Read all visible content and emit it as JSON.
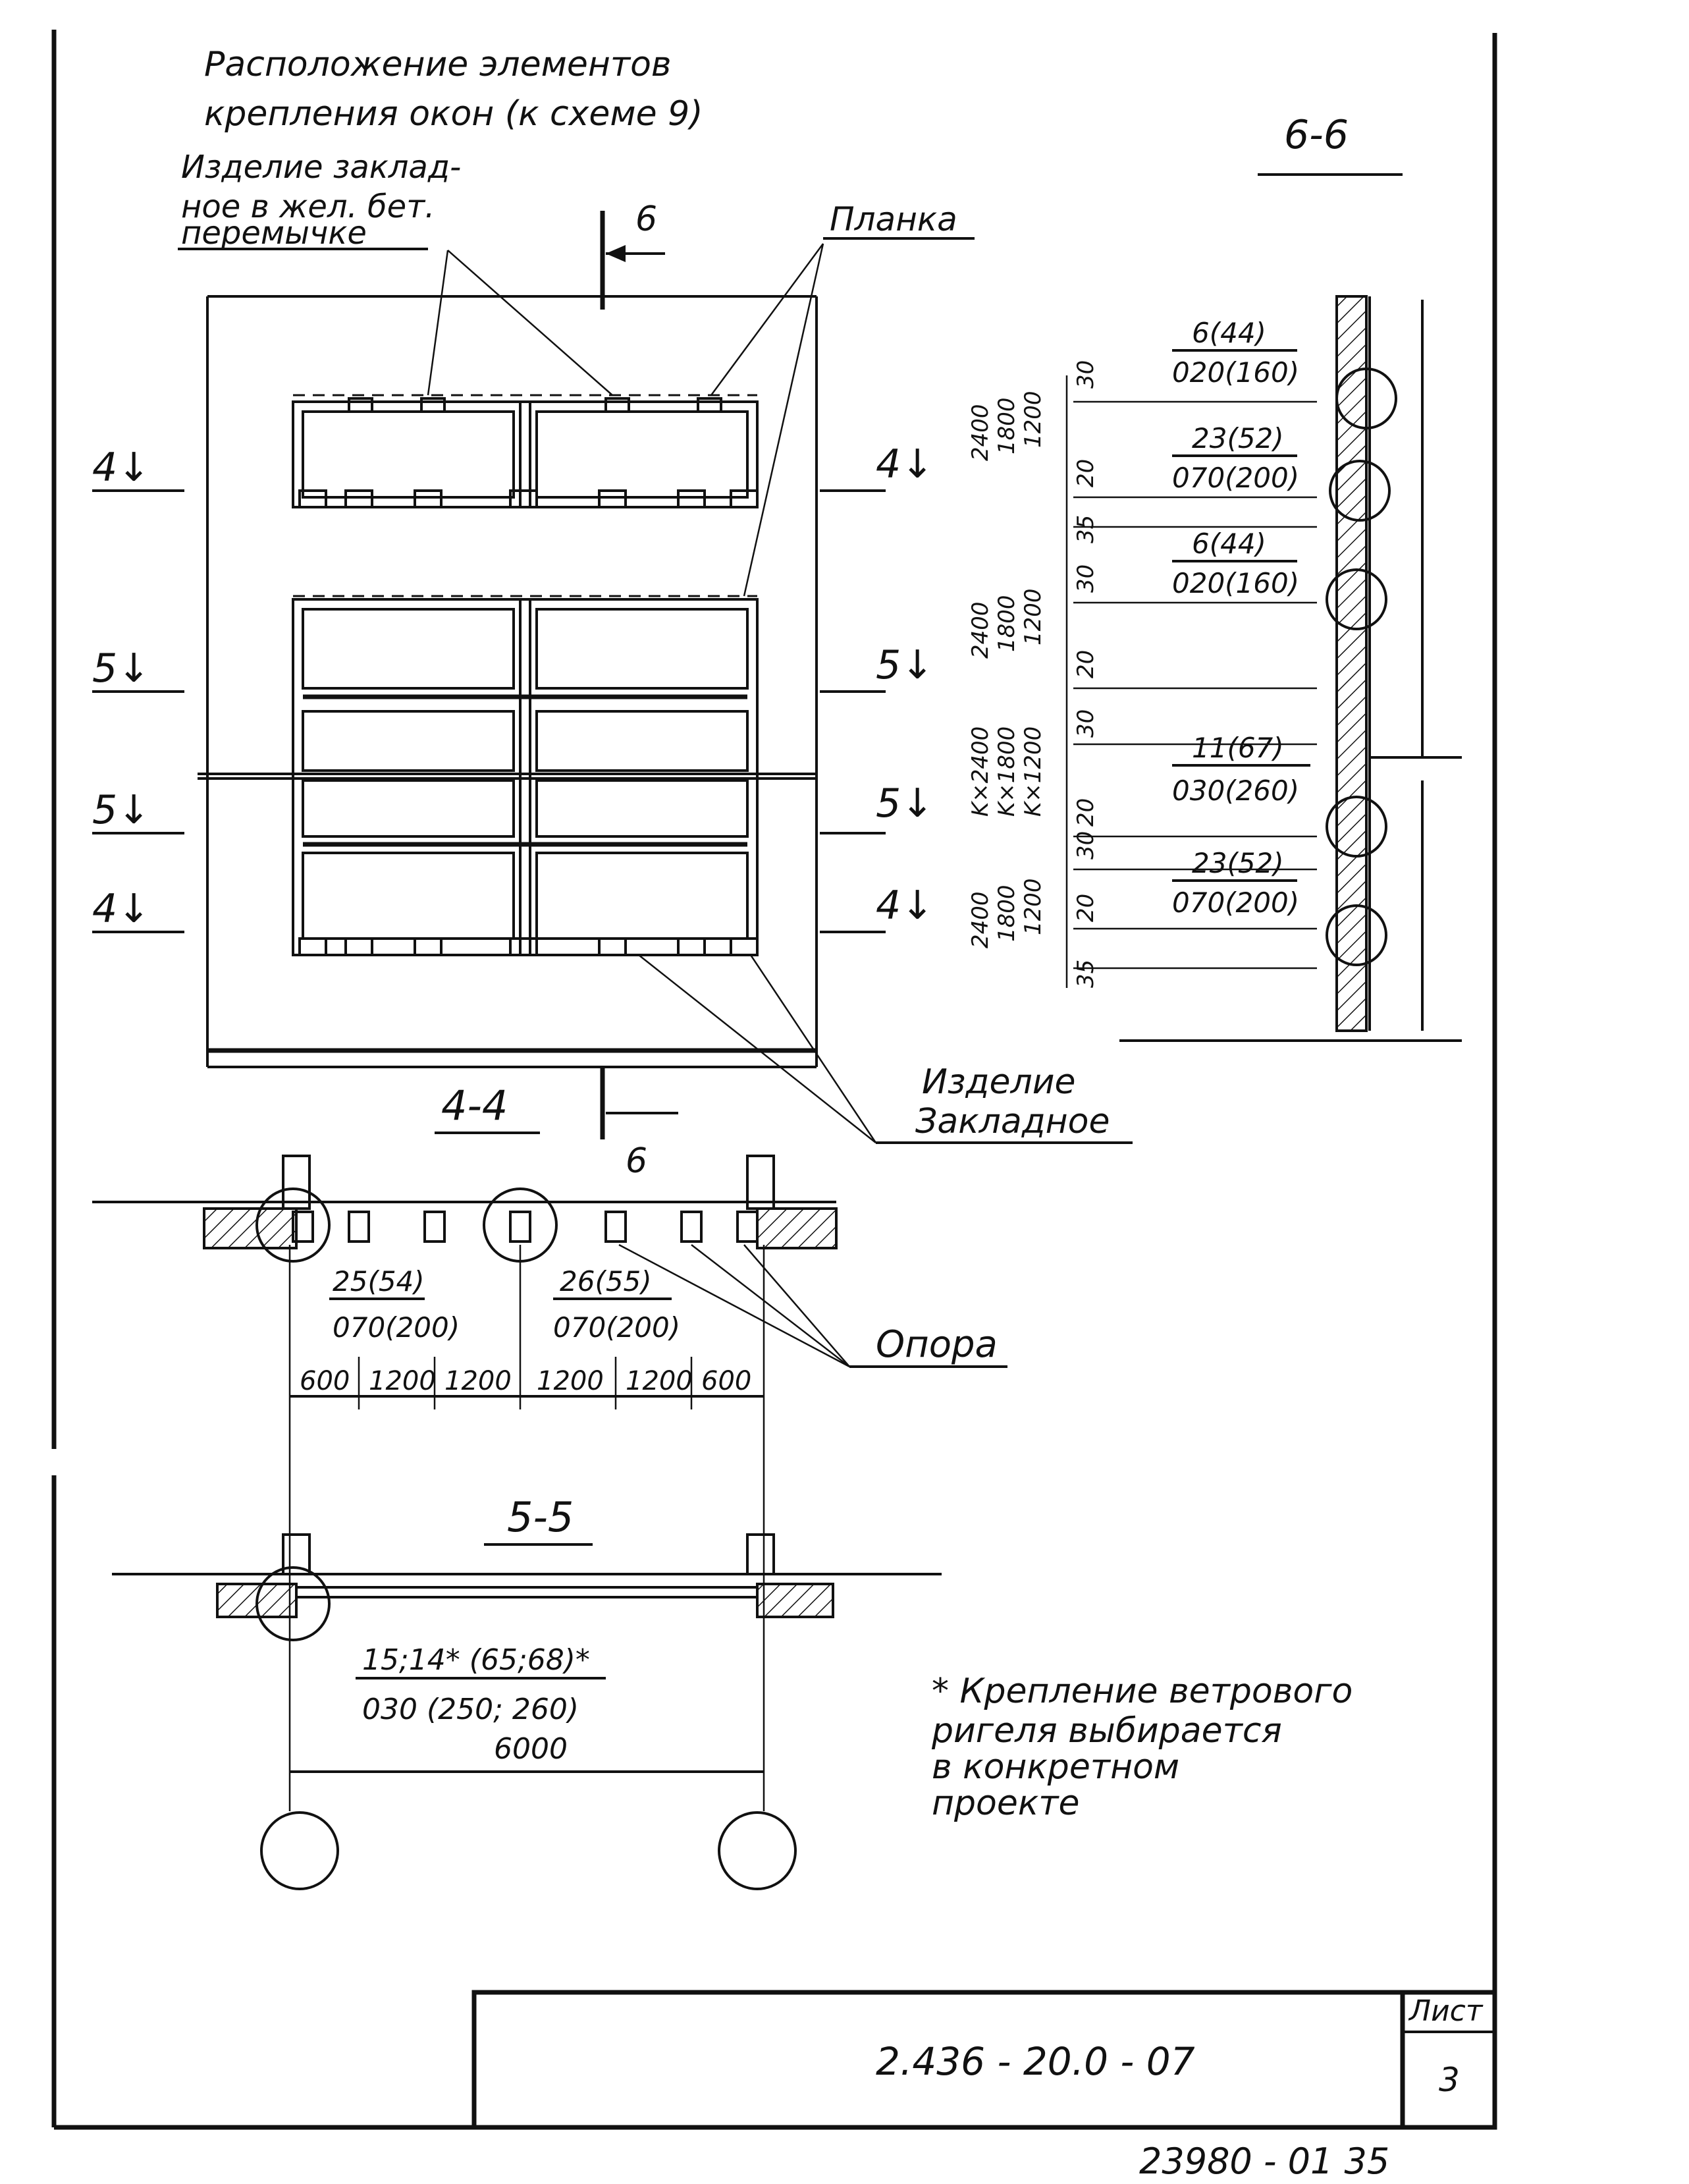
{
  "heading": {
    "line1": "Расположение элементов",
    "line2": "крепления окон (к схеме 9)"
  },
  "labels": {
    "embedded_lintel": [
      "Изделие заклад-",
      "ное в жел. бет.",
      "перемычке"
    ],
    "plate": "Планка",
    "embedded_item": [
      "Изделие",
      "Закладное"
    ],
    "support": "Опора"
  },
  "sections": {
    "marker_4": "4↓",
    "marker_5": "5↓",
    "marker_6": "6",
    "title_4_4": "4-4",
    "title_5_5": "5-5",
    "title_6_6": "6-6"
  },
  "section_4_4": {
    "callout_left": {
      "top": "25(54)",
      "bottom": "070(200)"
    },
    "callout_mid": {
      "top": "26(55)",
      "bottom": "070(200)"
    },
    "dims": [
      "600",
      "1200",
      "1200",
      "1200",
      "1200",
      "600"
    ]
  },
  "section_5_5": {
    "callout": {
      "top": "15;14* (65;68)*",
      "bottom": "030 (250; 260)"
    },
    "span": "6000"
  },
  "section_6_6": {
    "callouts": [
      {
        "top": "6(44)",
        "bottom": "020(160)"
      },
      {
        "top": "23(52)",
        "bottom": "070(200)"
      },
      {
        "top": "6(44)",
        "bottom": "020(160)"
      },
      {
        "top": "11(67)",
        "bottom": "030(260)"
      },
      {
        "top": "23(52)",
        "bottom": "070(200)"
      }
    ],
    "heights": [
      "2400",
      "1800",
      "1200",
      "K×2400",
      "K×1800",
      "K×1200"
    ],
    "gaps": [
      "30",
      "20",
      "35"
    ]
  },
  "footnote": [
    "* Крепление ветрового",
    "ригеля выбирается",
    "в конкретном",
    "проекте"
  ],
  "title_block": {
    "code": "2.436 - 20.0 - 07",
    "sheet_label": "Лист",
    "sheet_number": "3",
    "archive_number": "23980 - 01  35"
  }
}
